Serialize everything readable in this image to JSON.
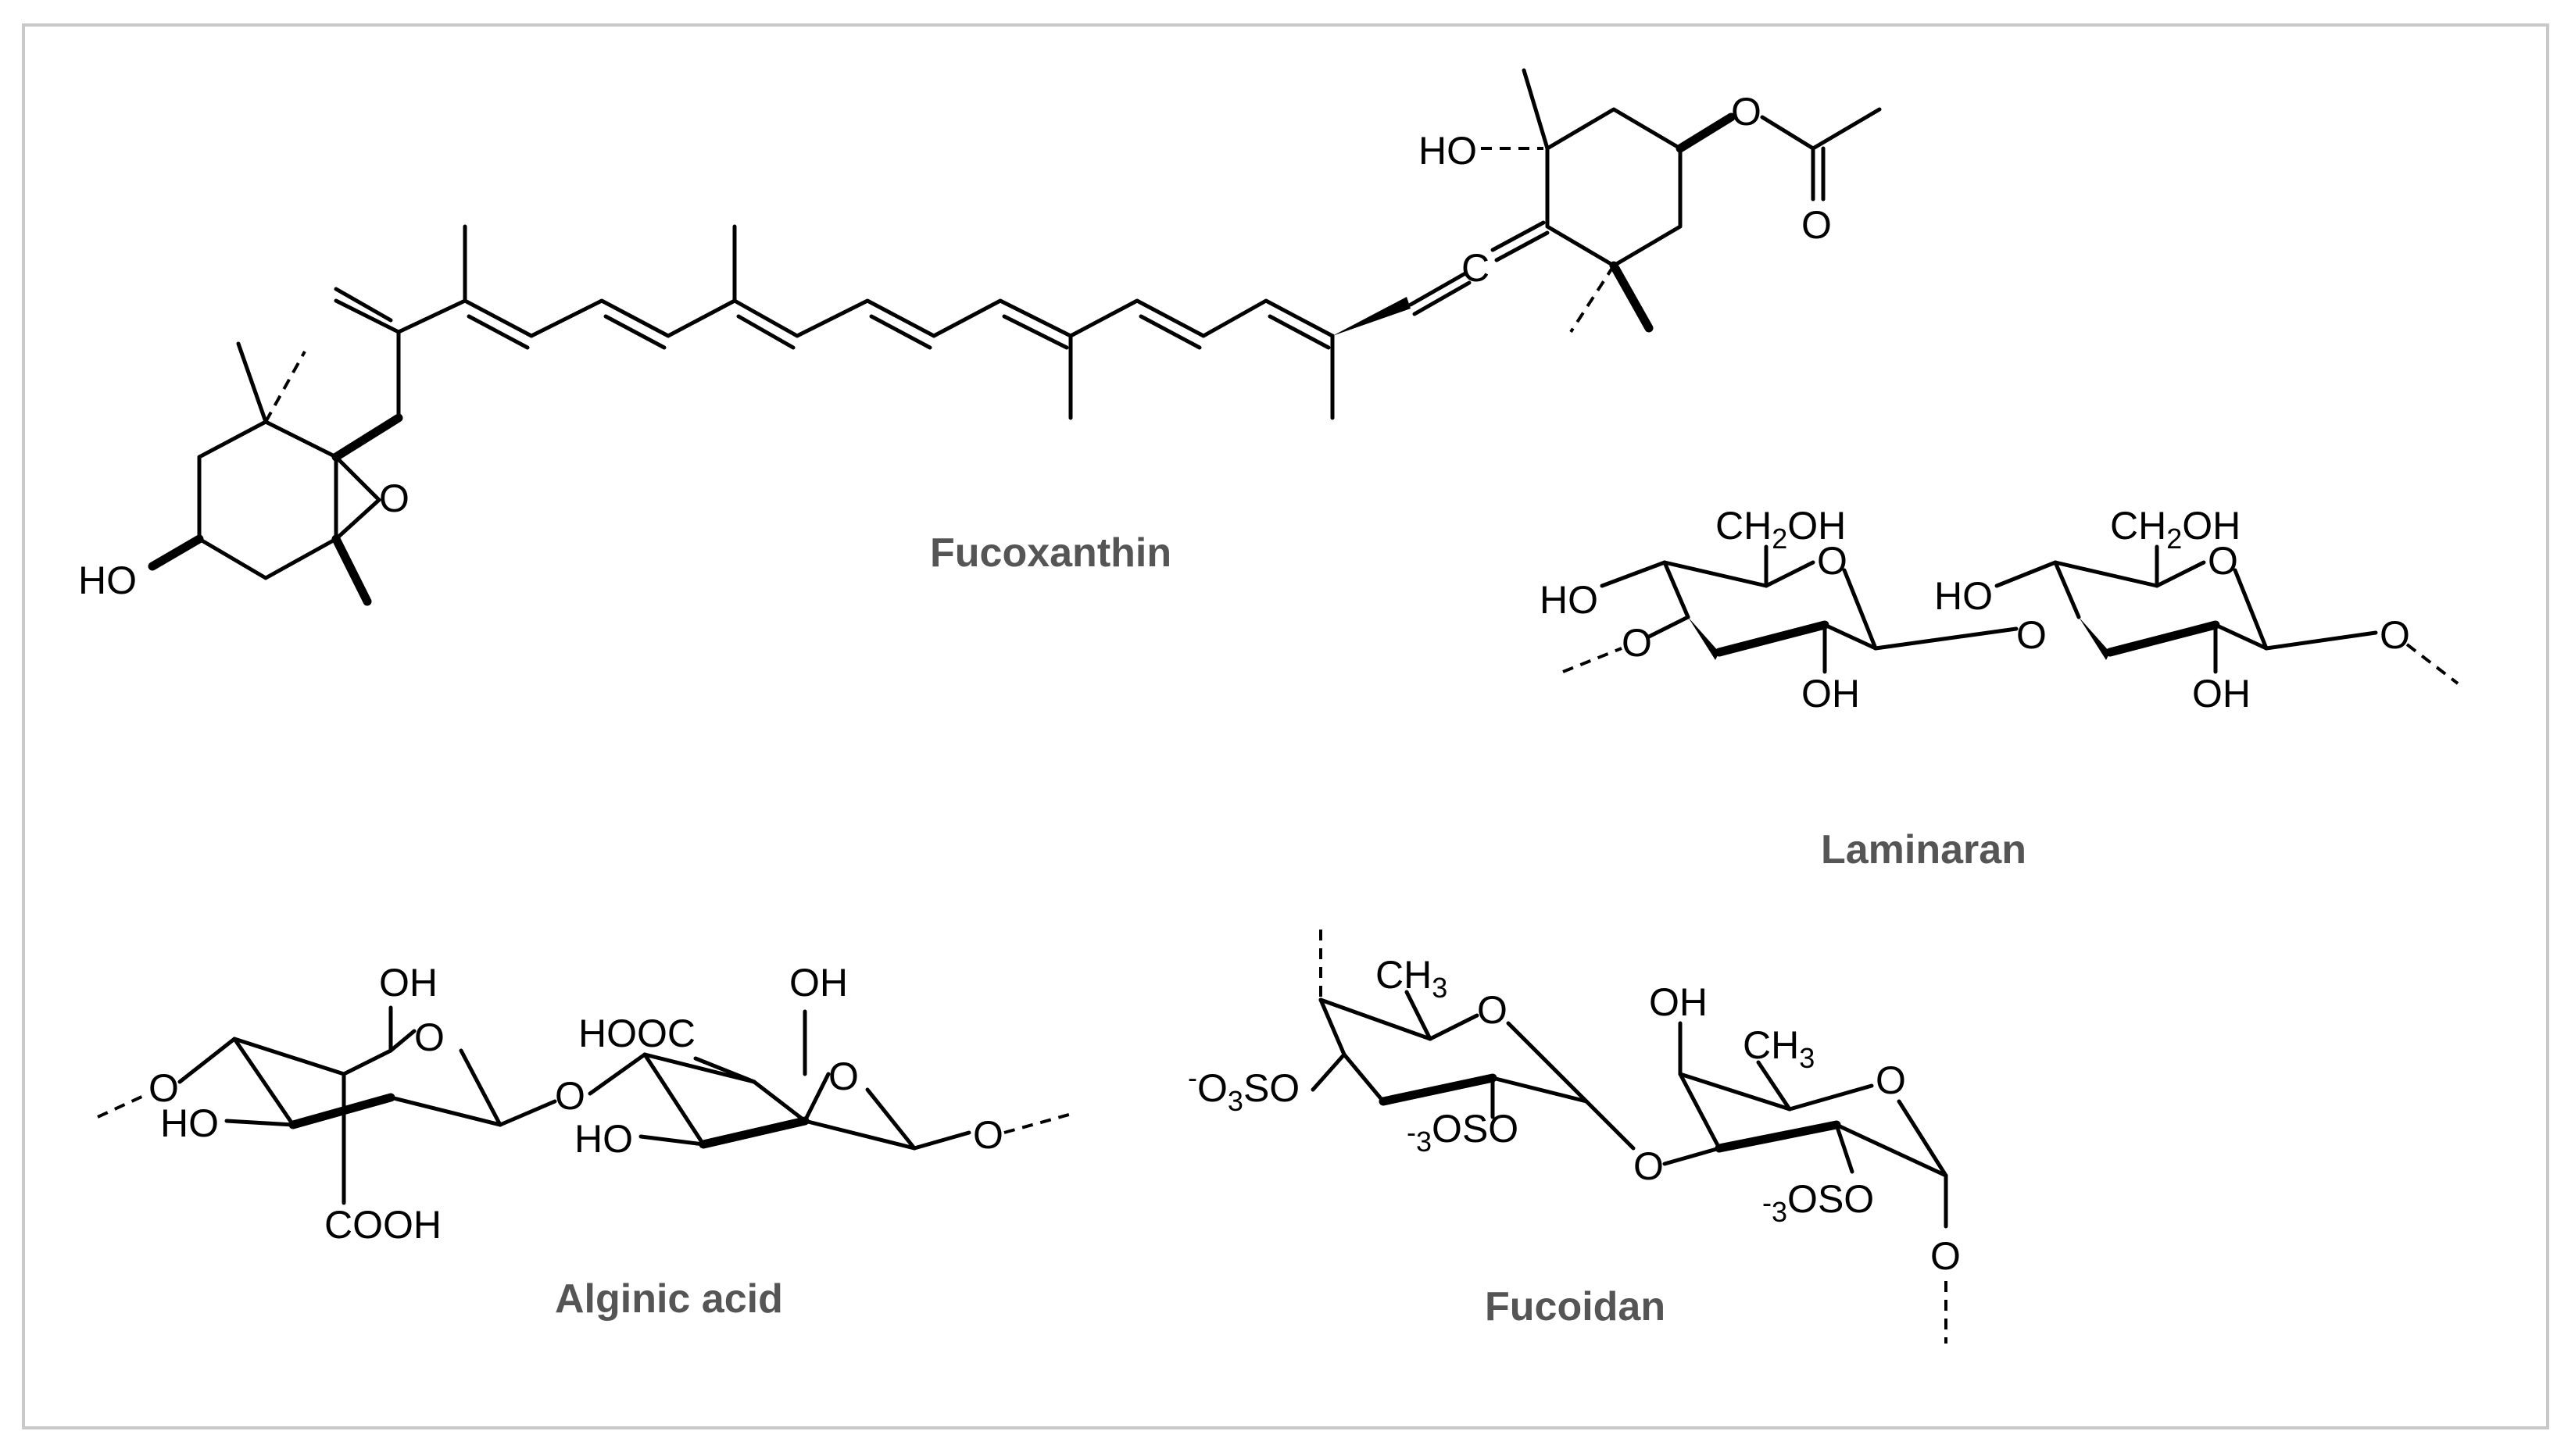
{
  "captions": {
    "fucoxanthin": "Fucoxanthin",
    "laminaran": "Laminaran",
    "alginic": "Alginic acid",
    "fucoidan": "Fucoidan"
  },
  "fucoxanthin_labels": {
    "ho_left": "HO",
    "epoxide_o": "O",
    "ho_top": "HO",
    "ester_o": "O",
    "carbonyl_o": "O",
    "allene_c": "C"
  },
  "laminaran_labels": {
    "ch2oh": "CH",
    "ch2oh_sub": "2",
    "ch2oh_tail": "OH",
    "ring_o": "O",
    "ho": "HO",
    "link_o": "O",
    "oh": "OH"
  },
  "alginic_labels": {
    "oh": "OH",
    "ring_o": "O",
    "ho": "HO",
    "cooh": "COOH",
    "hooc": "HOOC",
    "link_o": "O"
  },
  "fucoidan_labels": {
    "ch3": "CH",
    "ch3_sub": "3",
    "ring_o": "O",
    "oso3": "O",
    "oso3_sub": "3",
    "so": "SO",
    "minus": "-",
    "oh": "OH",
    "link_o": "O"
  },
  "colors": {
    "caption": "#555555",
    "frame": "#c9c9c9",
    "bond": "#000000"
  }
}
